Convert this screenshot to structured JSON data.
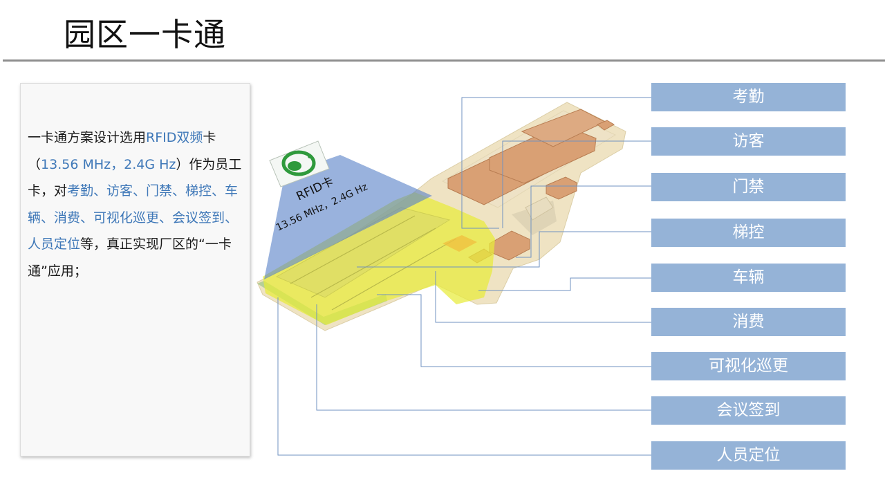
{
  "page": {
    "title": "园区一卡通"
  },
  "description": {
    "segments": [
      {
        "text": "一卡通方案设计选用",
        "highlight": false
      },
      {
        "text": "RFID双频",
        "highlight": true
      },
      {
        "text": "卡（",
        "highlight": false
      },
      {
        "text": "13.56 MHz，2.4G Hz",
        "highlight": true
      },
      {
        "text": "）作为员工卡，对",
        "highlight": false
      },
      {
        "text": "考勤、访客、门禁、梯控、车辆、消费、可视化巡更、会议签到、人员定位",
        "highlight": true
      },
      {
        "text": "等，真正实现厂区的“一卡通”应用；",
        "highlight": false
      }
    ]
  },
  "card": {
    "label": "RFID卡",
    "frequency": "13.56 MHz，2.4G Hz"
  },
  "labels": [
    {
      "id": "attendance",
      "text": "考勤"
    },
    {
      "id": "visitor",
      "text": "访客"
    },
    {
      "id": "access-control",
      "text": "门禁"
    },
    {
      "id": "elevator-control",
      "text": "梯控"
    },
    {
      "id": "vehicle",
      "text": "车辆"
    },
    {
      "id": "consumption",
      "text": "消费"
    },
    {
      "id": "visual-patrol",
      "text": "可视化巡更"
    },
    {
      "id": "meeting-checkin",
      "text": "会议签到"
    },
    {
      "id": "personnel-positioning",
      "text": "人员定位"
    }
  ],
  "colors": {
    "label_bg": "#95b3d7",
    "highlight_text": "#3f78b8",
    "coverage_blue": "#5b82c8",
    "coverage_yellow": "#e8ec3a",
    "building_orange": "#d9a074",
    "leader_line": "#6f92c0"
  }
}
